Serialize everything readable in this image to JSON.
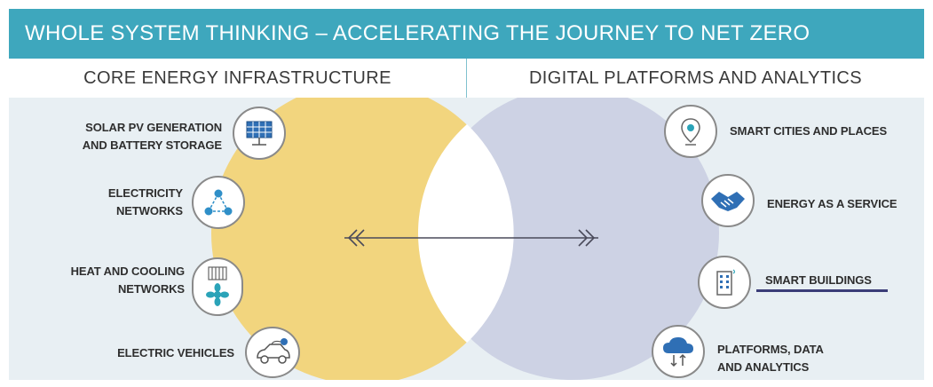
{
  "title": "WHOLE SYSTEM THINKING – ACCELERATING THE JOURNEY TO NET ZERO",
  "columns": {
    "left": "CORE ENERGY INFRASTRUCTURE",
    "right": "DIGITAL PLATFORMS AND ANALYTICS"
  },
  "left_items": [
    {
      "line1": "SOLAR PV GENERATION",
      "line2": "AND BATTERY STORAGE",
      "icon": "solar-panel-icon"
    },
    {
      "line1": "ELECTRICITY",
      "line2": "NETWORKS",
      "icon": "network-nodes-icon"
    },
    {
      "line1": "HEAT AND COOLING",
      "line2": "NETWORKS",
      "icon": "radiator-fan-icon"
    },
    {
      "line1": "ELECTRIC VEHICLES",
      "line2": "",
      "icon": "electric-car-icon"
    }
  ],
  "right_items": [
    {
      "line1": "SMART CITIES AND PLACES",
      "line2": "",
      "icon": "location-pin-icon"
    },
    {
      "line1": "ENERGY AS A SERVICE",
      "line2": "",
      "icon": "handshake-icon"
    },
    {
      "line1": "SMART BUILDINGS",
      "line2": "",
      "icon": "smart-building-icon"
    },
    {
      "line1": "PLATFORMS, DATA",
      "line2": "AND ANALYTICS",
      "icon": "cloud-data-icon"
    }
  ],
  "colors": {
    "title_bar": "#3ea7bd",
    "left_circle": "#f2d57e",
    "right_circle": "#cdd2e4",
    "underline": "#3b3d78"
  }
}
